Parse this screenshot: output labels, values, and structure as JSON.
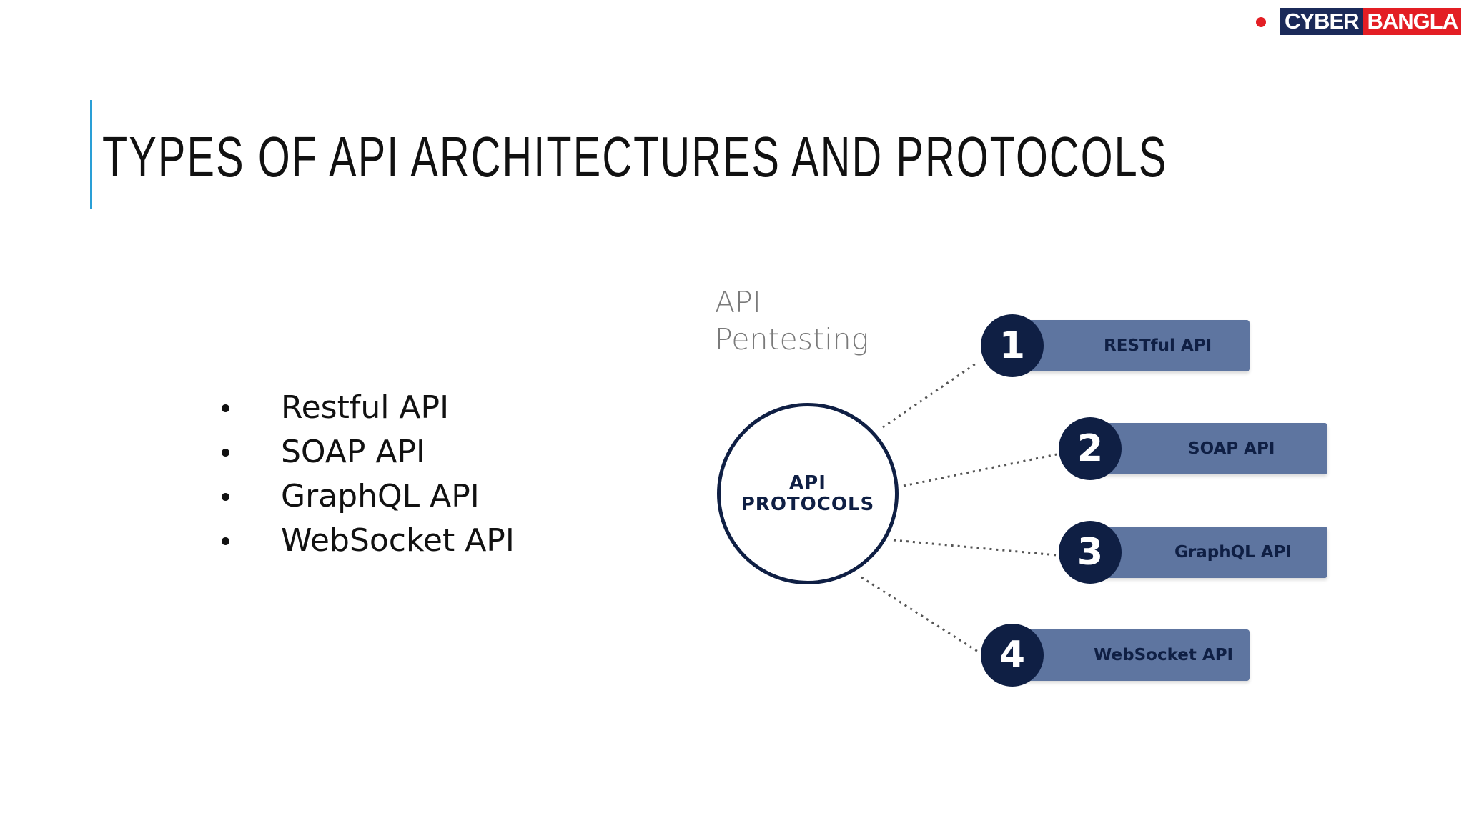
{
  "logo": {
    "part1": "CYBER",
    "part2": "BANGLA"
  },
  "title": "TYPES OF API ARCHITECTURES AND PROTOCOLS",
  "bullets": [
    "Restful API",
    "SOAP API",
    "GraphQL API",
    "WebSocket API"
  ],
  "diagram": {
    "label_line1": "API",
    "label_line2": "Pentesting",
    "hub_line1": "API",
    "hub_line2": "PROTOCOLS",
    "nodes": [
      {
        "number": "1",
        "label": "RESTful API"
      },
      {
        "number": "2",
        "label": "SOAP API"
      },
      {
        "number": "3",
        "label": "GraphQL API"
      },
      {
        "number": "4",
        "label": "WebSocket API"
      }
    ]
  },
  "colors": {
    "navy": "#0f1f44",
    "bar": "#5e75a0",
    "accent": "#2a9fd6",
    "brand_red": "#e31e24",
    "brand_navy": "#1b2a59"
  }
}
